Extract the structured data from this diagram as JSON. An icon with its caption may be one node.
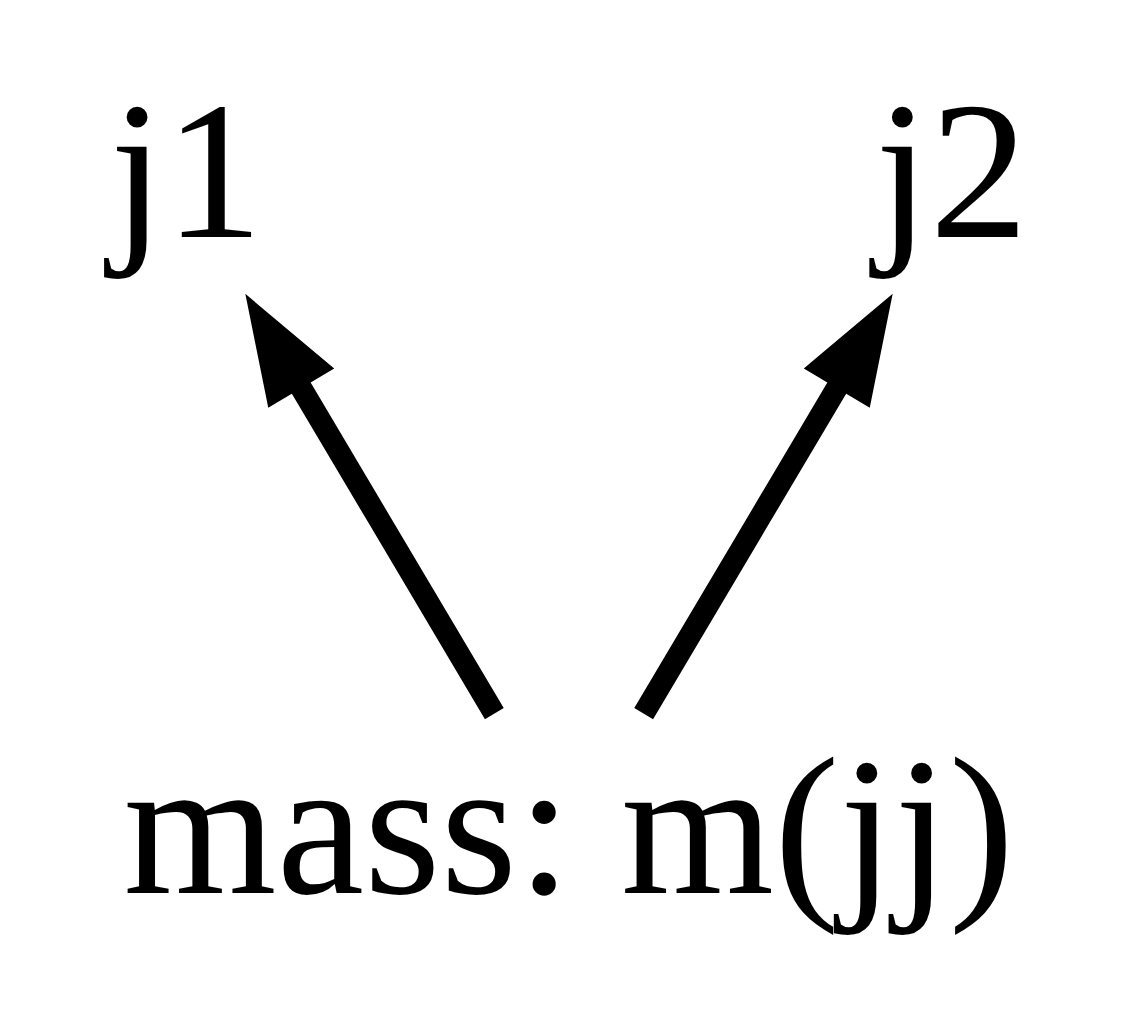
{
  "diagram": {
    "nodes": [
      {
        "text": [
          "j1"
        ]
      },
      {
        "text": [
          "j2"
        ]
      },
      {
        "text": [
          "mass: m(jj)"
        ]
      }
    ],
    "edges": [
      {
        "from": 2,
        "to": 0,
        "arrow": "to"
      },
      {
        "from": 2,
        "to": 1,
        "arrow": "to"
      }
    ]
  }
}
